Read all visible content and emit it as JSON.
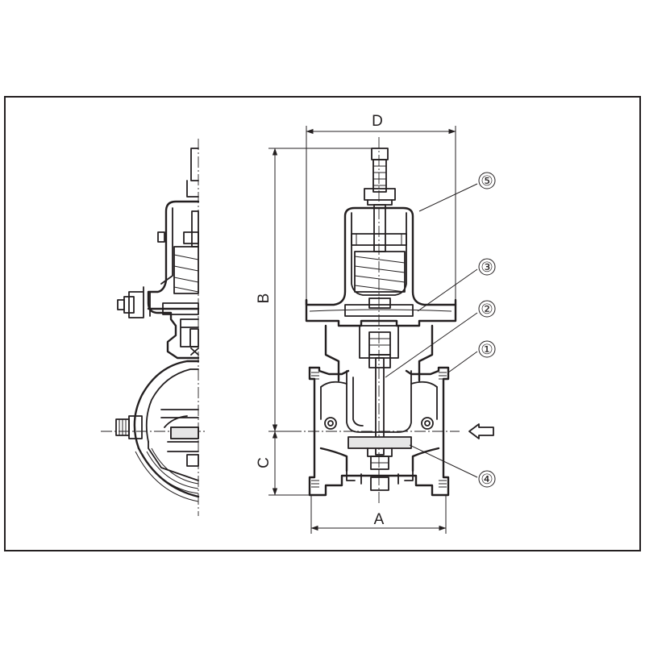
{
  "dimensions": {
    "d_label": "D",
    "b_label": "B",
    "c_label": "C",
    "a_label": "A"
  },
  "callouts": [
    "①",
    "②",
    "③",
    "④",
    "⑤"
  ]
}
